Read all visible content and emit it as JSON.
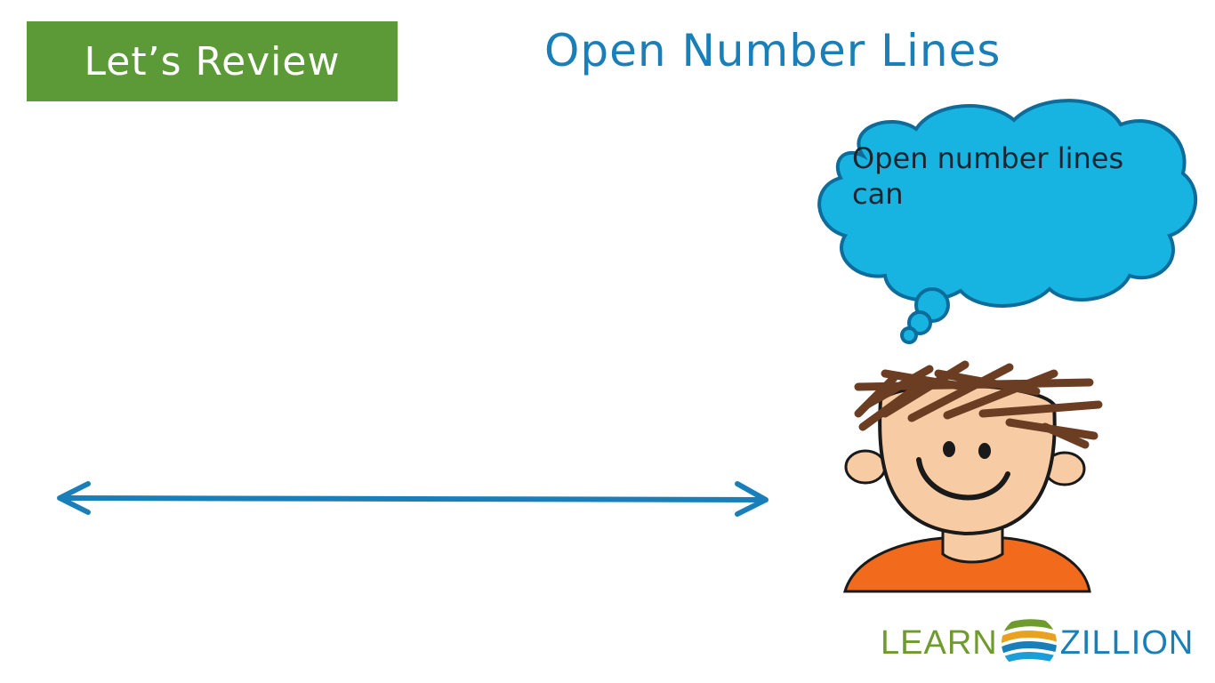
{
  "slide": {
    "banner_label": "Let’s Review",
    "title": "Open Number Lines",
    "thought_bubble_text": "Open number lines can"
  },
  "logo": {
    "left_word": "LEARN",
    "right_word": "ZILLION"
  },
  "colors": {
    "banner_green": "#5c9a38",
    "title_blue": "#1a7fb8",
    "cloud_fill": "#17b4e2",
    "cloud_outline": "#0e6c9a",
    "number_line": "#1a7fb8"
  },
  "icons": {
    "number_line": "double-headed-arrow",
    "character": "boy-thinking",
    "logo_mark": "striped-sphere-logo"
  }
}
